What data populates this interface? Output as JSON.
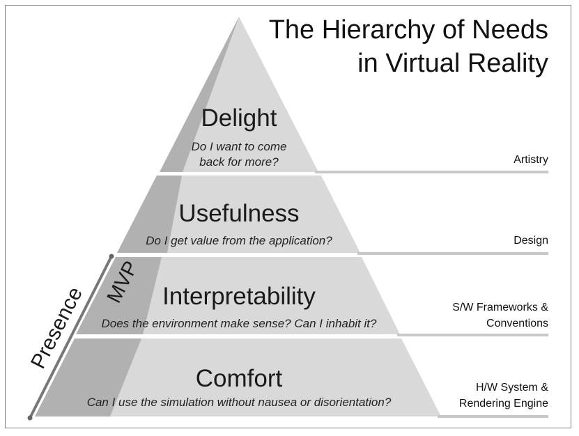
{
  "title": {
    "line1": "The Hierarchy of Needs",
    "line2": "in Virtual Reality"
  },
  "tiers": [
    {
      "name": "Delight",
      "question_line1": "Do I want to come",
      "question_line2": "back for more?",
      "side_label": "Artistry"
    },
    {
      "name": "Usefulness",
      "question": "Do I get value from the application?",
      "side_label": "Design"
    },
    {
      "name": "Interpretability",
      "question": "Does the environment make sense? Can I inhabit it?",
      "side_label_line1": "S/W Frameworks &",
      "side_label_line2": "Conventions"
    },
    {
      "name": "Comfort",
      "question": "Can I use the simulation without nausea or disorientation?",
      "side_label_line1": "H/W System &",
      "side_label_line2": "Rendering Engine"
    }
  ],
  "brackets": {
    "presence": "Presence",
    "mvp": "MVP"
  },
  "colors": {
    "tier_fill": "#d9d9d9",
    "shadow_fill": "#b1b1b1",
    "separator": "#c8c8c8",
    "bracket_line": "#777777"
  }
}
